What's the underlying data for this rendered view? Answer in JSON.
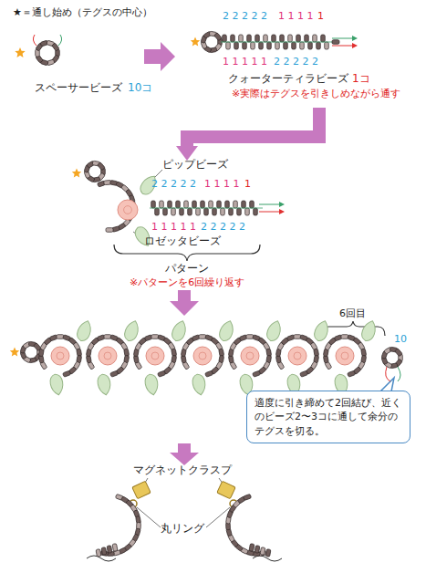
{
  "diagram": {
    "nodes": [
      {
        "text": [
          "適度に引き締めて2回結び、近くのビーズ2〜3コに通して余分のテグスを切る。"
        ]
      }
    ],
    "labels": [
      "★＝通し始め（テグスの中心）",
      "スペーサービーズ",
      "10コ",
      "2 2 2 2 2",
      "1 1 1 1",
      "1",
      "1 1 1 1 1",
      "2 2 2 2 2",
      "クォーターティラビーズ",
      "1コ",
      "※実際はテグスを引きしめながら通す",
      "ピップビーズ",
      "2 2 2 2 2",
      "1 1 1 1",
      "1",
      "1 1 1 1 1",
      "2 2 2 2 2",
      "ロゼッタビーズ",
      "パターン",
      "※パターンを6回繰り返す",
      "6回目",
      "10",
      "マグネットクラスプ",
      "丸リング"
    ]
  }
}
